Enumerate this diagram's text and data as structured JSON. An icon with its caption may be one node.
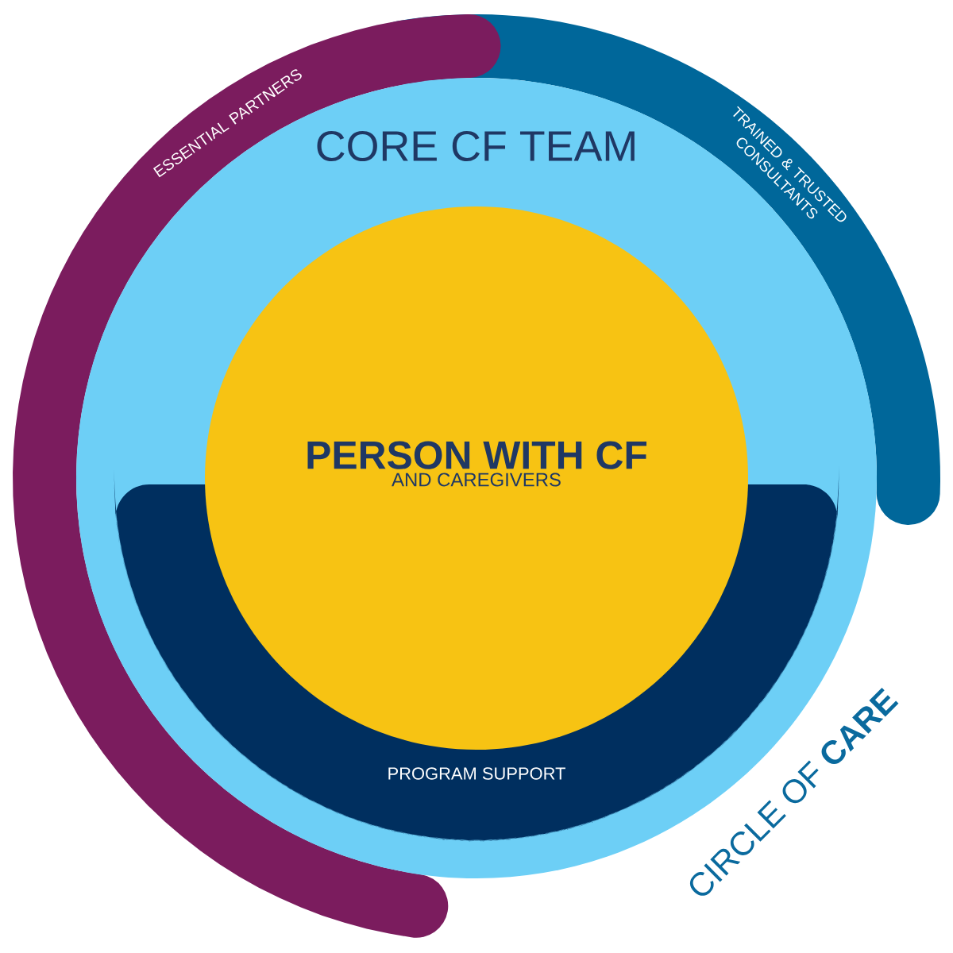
{
  "diagram": {
    "title": "CIRCLE OF **CARE**",
    "nodes": [
      {
        "text": [
          "ESSENTIAL PARTNERS"
        ]
      },
      {
        "text": [
          "TRAINED & TRUSTED CONSULTANTS"
        ]
      },
      {
        "text": [
          "CORE CF TEAM"
        ]
      },
      {
        "text": [
          "PERSON WITH CF",
          "AND CAREGIVERS"
        ],
        "in": 2
      },
      {
        "text": [
          "PROGRAM SUPPORT"
        ],
        "in": 2
      }
    ]
  }
}
